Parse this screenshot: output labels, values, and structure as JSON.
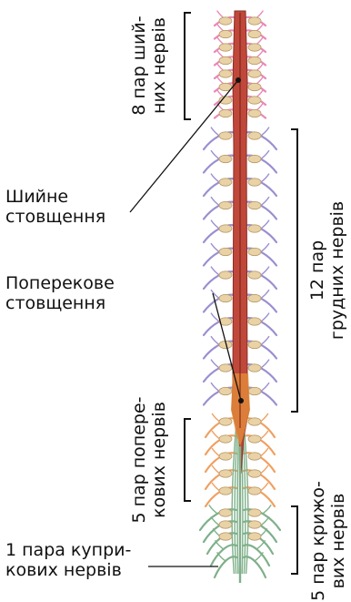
{
  "labels": {
    "cervical_count": "8 пар ший-",
    "cervical_tail": "них нервів",
    "thoracic_count": "12 пар",
    "thoracic_tail": "грудних нервів",
    "lumbar_count": "5 пар попере-",
    "lumbar_tail": "кових нервів",
    "sacral_count": "5 пар крижо-",
    "sacral_tail": "вих нервів",
    "cervical_enlargement_1": "Шийне",
    "cervical_enlargement_2": "стовщення",
    "lumbar_enlargement_1": "Поперекове",
    "lumbar_enlargement_2": "стовщення",
    "coccygeal_1": "1 пара купри-",
    "coccygeal_2": "кових нервів"
  },
  "colors": {
    "cervical": "#e889b8",
    "thoracic": "#9a8fd0",
    "lumbar": "#f0a060",
    "sacral": "#7fb08a",
    "cord": "#c0483a",
    "ganglion": "#e9d3a6"
  }
}
